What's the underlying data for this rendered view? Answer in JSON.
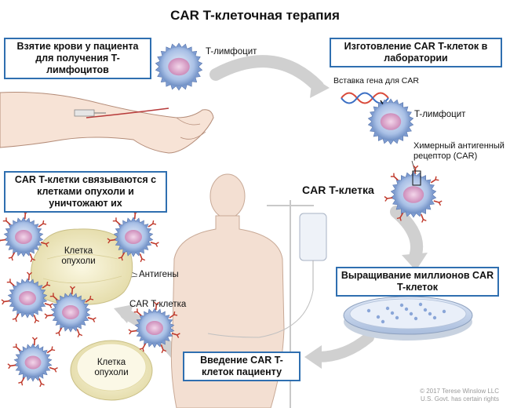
{
  "title": "CAR T-клеточная терапия",
  "steps": {
    "blood_draw": "Взятие крови у пациента для получения T-лимфоцитов",
    "lab_manufacturing": "Изготовление CAR T-клеток в лаборатории",
    "grow": "Выращивание миллионов CAR T-клеток",
    "infusion": "Введение CAR T-клеток пациенту",
    "binding": "CAR T-клетки связываются с клетками опухоли и уничтожают их"
  },
  "labels": {
    "t_lymphocyte": "T-лимфоцит",
    "gene_insert": "Вставка гена для CAR",
    "t_lymphocyte_2": "T-лимфоцит",
    "car_receptor": "Химерный антигенный рецептор (CAR)",
    "car_t_cell": "CAR T-клетка",
    "tumor_cell_1": "Клетка опухоли",
    "antigens": "Антигены",
    "car_t_cell_2": "CAR T-клетка",
    "tumor_cell_2": "Клетка опухоли"
  },
  "credit": {
    "line1": "© 2017 Terese Winslow LLC",
    "line2": "U.S. Govt. has certain rights"
  },
  "colors": {
    "box_border": "#2f6fb0",
    "arrow": "#c8c8c8",
    "cell_body": "#9fb7e0",
    "cell_nucleus": "#d9a2c9",
    "tumor": "#f1ecc9",
    "receptor": "#c0392b"
  }
}
